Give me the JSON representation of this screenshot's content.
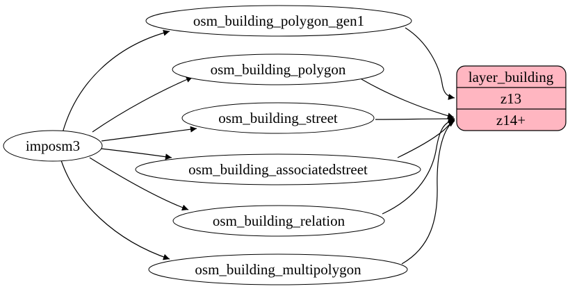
{
  "diagram": {
    "background_color": "#ffffff",
    "edge_color": "#000000",
    "ellipse_fill": "#ffffff",
    "ellipse_stroke": "#000000",
    "source_node": {
      "label": "imposm3"
    },
    "table_nodes": [
      {
        "label": "osm_building_polygon_gen1"
      },
      {
        "label": "osm_building_polygon"
      },
      {
        "label": "osm_building_street"
      },
      {
        "label": "osm_building_associatedstreet"
      },
      {
        "label": "osm_building_relation"
      },
      {
        "label": "osm_building_multipolygon"
      }
    ],
    "layer_node": {
      "title": "layer_building",
      "rows": [
        "z13",
        "z14+"
      ],
      "fill": "#ffb6c1",
      "stroke": "#000000"
    },
    "edges": [
      {
        "from": "imposm3",
        "to": "osm_building_polygon_gen1"
      },
      {
        "from": "imposm3",
        "to": "osm_building_polygon"
      },
      {
        "from": "imposm3",
        "to": "osm_building_street"
      },
      {
        "from": "imposm3",
        "to": "osm_building_associatedstreet"
      },
      {
        "from": "imposm3",
        "to": "osm_building_relation"
      },
      {
        "from": "imposm3",
        "to": "osm_building_multipolygon"
      },
      {
        "from": "osm_building_polygon_gen1",
        "to": "layer_building:z13"
      },
      {
        "from": "osm_building_polygon",
        "to": "layer_building:z14+"
      },
      {
        "from": "osm_building_street",
        "to": "layer_building:z14+"
      },
      {
        "from": "osm_building_associatedstreet",
        "to": "layer_building:z14+"
      },
      {
        "from": "osm_building_relation",
        "to": "layer_building:z14+"
      },
      {
        "from": "osm_building_multipolygon",
        "to": "layer_building:z14+"
      }
    ]
  }
}
